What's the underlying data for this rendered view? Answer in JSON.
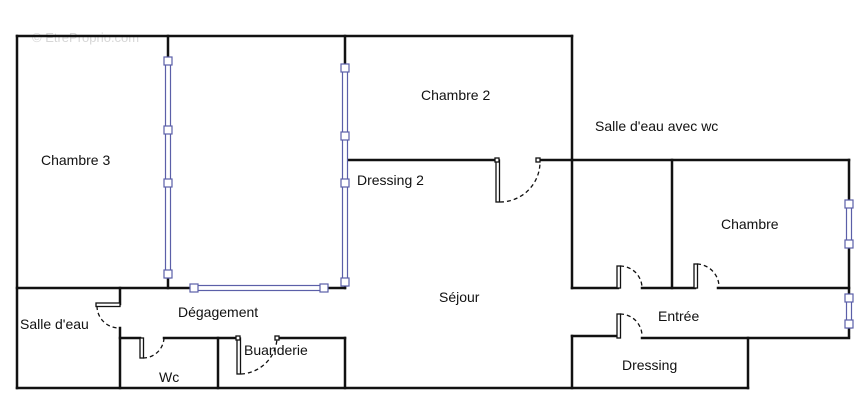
{
  "watermark": "© EtreProprio.com",
  "rooms": {
    "chambre3": "Chambre 3",
    "chambre2": "Chambre 2",
    "salle_eau_wc": "Salle d'eau avec wc",
    "dressing2": "Dressing 2",
    "chambre": "Chambre",
    "sejour": "Séjour",
    "degagement": "Dégagement",
    "salle_eau": "Salle d'eau",
    "entree": "Entrée",
    "buanderie": "Buanderie",
    "wc": "Wc",
    "dressing": "Dressing"
  },
  "colors": {
    "wall": "#111111",
    "window": "#5b5fa8"
  }
}
